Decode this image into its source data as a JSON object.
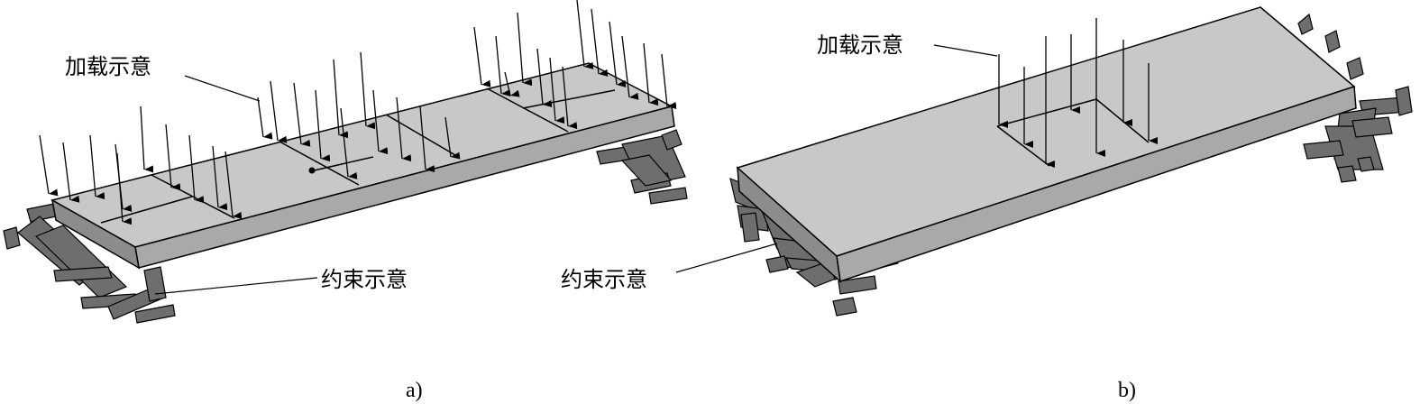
{
  "diagram_a": {
    "load_label": "加载示意",
    "constraint_label": "约束示意",
    "caption": "a)"
  },
  "diagram_b": {
    "load_label": "加载示意",
    "constraint_label": "约束示意",
    "caption": "b)"
  },
  "colors": {
    "top_face": "#c8c8c8",
    "front_face": "#a9a9a9",
    "side_face": "#8c8c8c",
    "fixture": "#6e6e6e",
    "ink": "#000000"
  }
}
